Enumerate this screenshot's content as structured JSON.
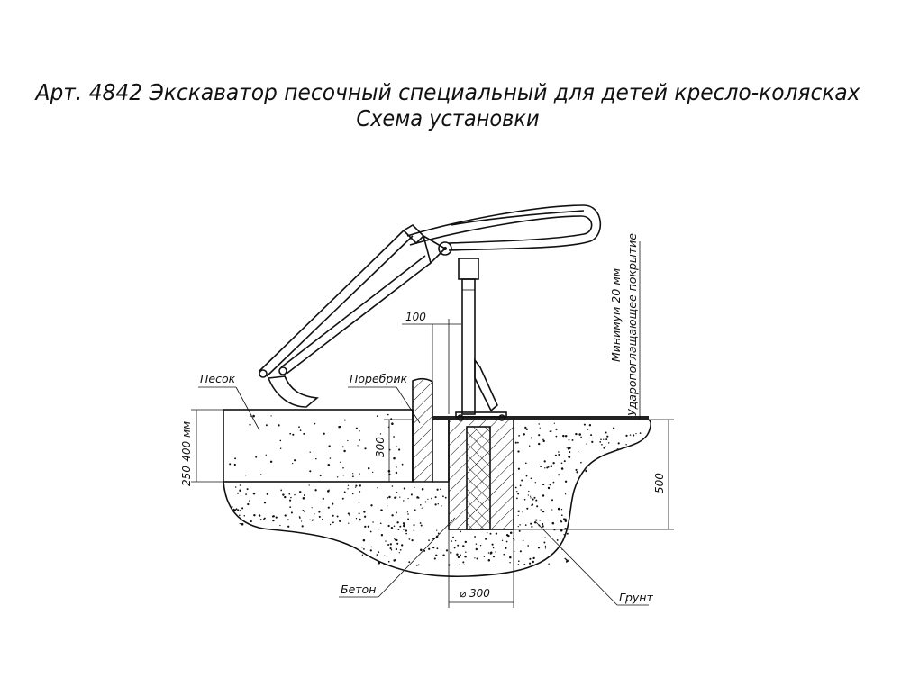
{
  "title": {
    "line1": "Арт. 4842 Экскаватор песочный специальный для детей кресло-колясках",
    "line2": "Схема установки"
  },
  "labels": {
    "sand": "Песок",
    "curb": "Поребрик",
    "concrete": "Бетон",
    "soil": "Грунт",
    "coating_min": "Минимум 20 мм",
    "coating": "Ударопоглащающее покрытие"
  },
  "dimensions": {
    "offset": "100",
    "sand_depth": "250-400 мм",
    "curb_height": "300",
    "footing_depth": "500",
    "footing_diameter": "⌀ 300"
  }
}
